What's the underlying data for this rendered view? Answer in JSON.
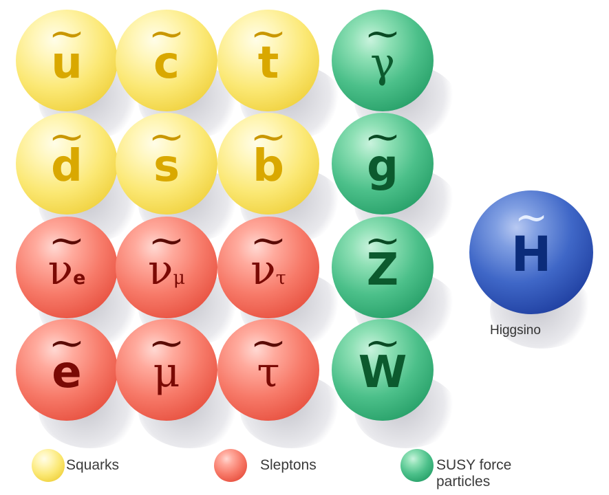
{
  "particles": [
    {
      "id": "up-squark",
      "symbol": "u",
      "sub": "",
      "kind": "yellow",
      "font": "sans",
      "row": 0,
      "col": 0
    },
    {
      "id": "charm-squark",
      "symbol": "c",
      "sub": "",
      "kind": "yellow",
      "font": "sans",
      "row": 0,
      "col": 1
    },
    {
      "id": "top-squark",
      "symbol": "t",
      "sub": "",
      "kind": "yellow",
      "font": "sans",
      "row": 0,
      "col": 2
    },
    {
      "id": "photino",
      "symbol": "γ",
      "sub": "",
      "kind": "green",
      "font": "serif",
      "row": 0,
      "col": 3
    },
    {
      "id": "down-squark",
      "symbol": "d",
      "sub": "",
      "kind": "yellow",
      "font": "sans",
      "row": 1,
      "col": 0
    },
    {
      "id": "strange-squark",
      "symbol": "s",
      "sub": "",
      "kind": "yellow",
      "font": "sans",
      "row": 1,
      "col": 1
    },
    {
      "id": "bottom-squark",
      "symbol": "b",
      "sub": "",
      "kind": "yellow",
      "font": "sans",
      "row": 1,
      "col": 2
    },
    {
      "id": "gluino",
      "symbol": "g",
      "sub": "",
      "kind": "green",
      "font": "sans",
      "row": 1,
      "col": 3
    },
    {
      "id": "electron-sneutrino",
      "symbol": "ν",
      "sub": "e",
      "kind": "red",
      "font": "serif",
      "row": 2,
      "col": 0
    },
    {
      "id": "muon-sneutrino",
      "symbol": "ν",
      "sub": "μ",
      "kind": "red",
      "font": "serif",
      "row": 2,
      "col": 1
    },
    {
      "id": "tau-sneutrino",
      "symbol": "ν",
      "sub": "τ",
      "kind": "red",
      "font": "serif",
      "row": 2,
      "col": 2
    },
    {
      "id": "zino",
      "symbol": "Z",
      "sub": "",
      "kind": "green",
      "font": "sans",
      "row": 2,
      "col": 3
    },
    {
      "id": "selectron",
      "symbol": "e",
      "sub": "",
      "kind": "red",
      "font": "sans",
      "row": 3,
      "col": 0
    },
    {
      "id": "smuon",
      "symbol": "μ",
      "sub": "",
      "kind": "red",
      "font": "serif",
      "row": 3,
      "col": 1
    },
    {
      "id": "stau",
      "symbol": "τ",
      "sub": "",
      "kind": "red",
      "font": "serif",
      "row": 3,
      "col": 2
    },
    {
      "id": "wino",
      "symbol": "W",
      "sub": "",
      "kind": "green",
      "font": "sans",
      "row": 3,
      "col": 3
    }
  ],
  "higgsino": {
    "symbol": "H",
    "label": "Higgsino"
  },
  "tilde": "~",
  "legend": [
    {
      "id": "squarks",
      "label": "Squarks",
      "kind": "yellow"
    },
    {
      "id": "sleptons",
      "label": "Sleptons",
      "kind": "red"
    },
    {
      "id": "susy-force",
      "label": "SUSY force\nparticles",
      "kind": "green"
    }
  ],
  "colors": {
    "yellow_text": "#d9a800",
    "red_text": "#7a0a05",
    "green_text": "#0c5a2e",
    "blue_text": "#0b2c7a",
    "tilde_yellow": "#c99700",
    "tilde_red": "#5a0b06",
    "tilde_green": "#0a4a24",
    "tilde_blue": "#e6efff"
  }
}
